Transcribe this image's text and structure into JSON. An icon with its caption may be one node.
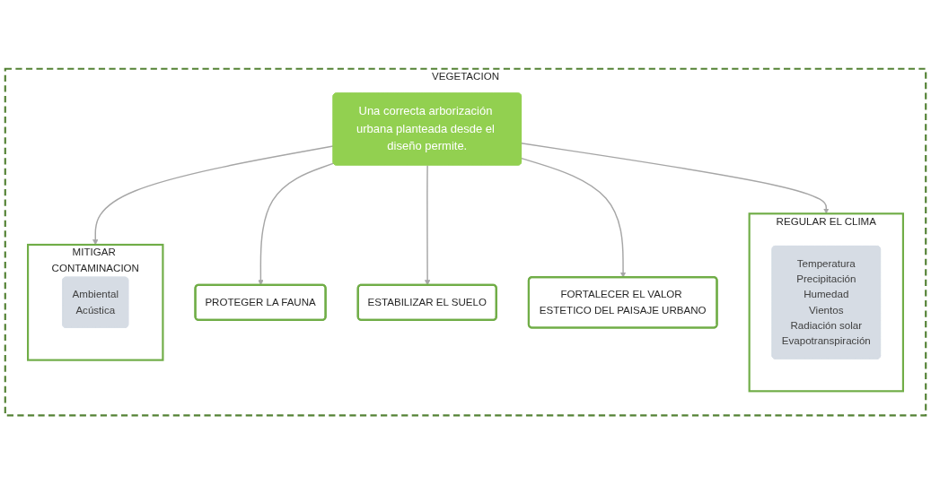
{
  "diagram": {
    "nodes": [
      {
        "text": [
          "VEGETACION"
        ]
      },
      {
        "text": [
          "Una correcta arborización urbana planteada desde el diseño permite."
        ],
        "in": 0
      },
      {
        "text": [
          "REGULAR EL CLIMA"
        ],
        "in": 0
      },
      {
        "text": [
          "Temperatura",
          "Precipitación",
          "Humedad",
          "Vientos",
          "Radiación solar",
          "Evapotranspiración"
        ],
        "in": 2
      },
      {
        "text": [
          "MITIGAR CONTAMINACION"
        ],
        "in": 0
      },
      {
        "text": [
          "Ambiental",
          "Acústica"
        ],
        "in": 4
      },
      {
        "text": [
          "PROTEGER LA FAUNA"
        ],
        "in": 0
      },
      {
        "text": [
          "ESTABILIZAR EL SUELO"
        ],
        "in": 0
      },
      {
        "text": [
          "FORTALECER EL VALOR ESTETICO DEL PAISAJE URBANO"
        ],
        "in": 0
      }
    ],
    "edges": [
      {
        "from": 1,
        "to": 2,
        "arrow": "to"
      },
      {
        "from": 1,
        "to": 4,
        "arrow": "to"
      },
      {
        "from": 1,
        "to": 6,
        "arrow": "to"
      },
      {
        "from": 1,
        "to": 7,
        "arrow": "to"
      },
      {
        "from": 1,
        "to": 8,
        "arrow": "to"
      }
    ]
  }
}
